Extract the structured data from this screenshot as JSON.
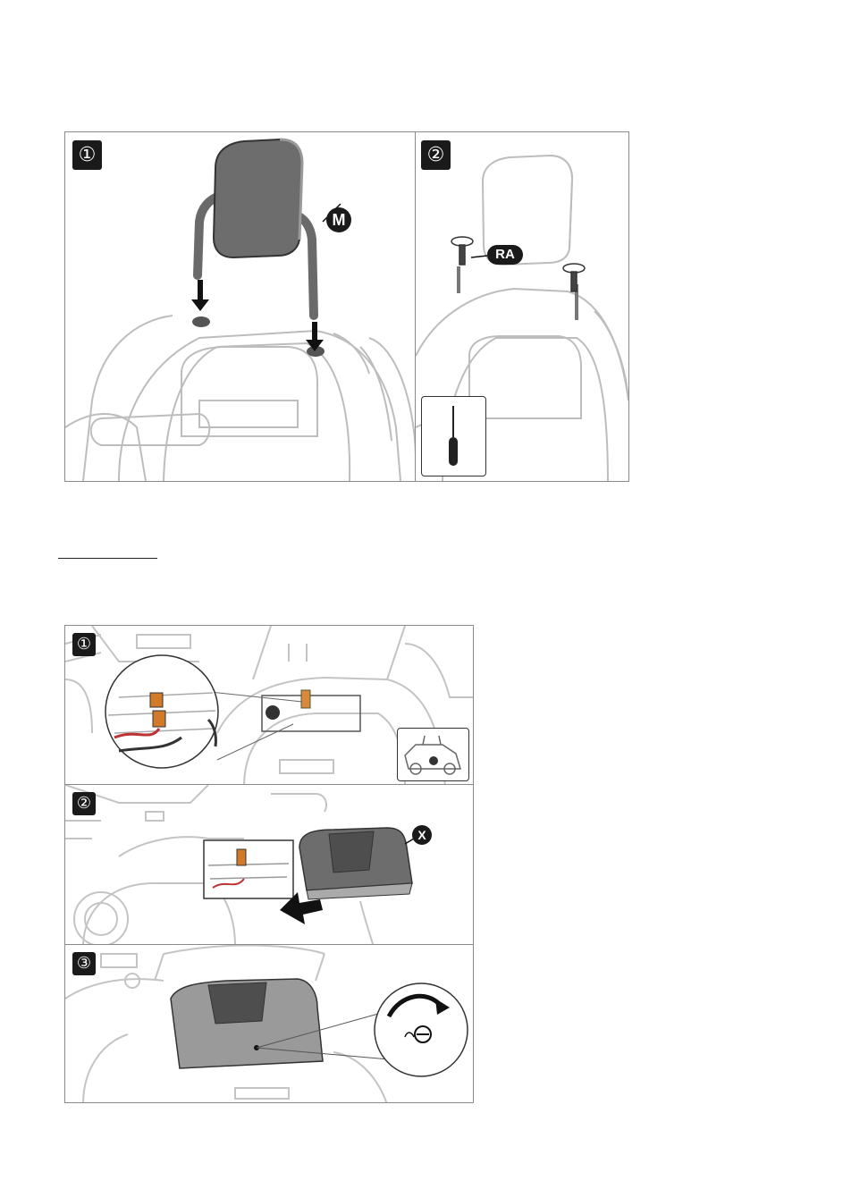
{
  "section1": {
    "step1": {
      "badge": "①",
      "callout": "M"
    },
    "step2": {
      "badge": "②",
      "callout": "RA",
      "tool_icon": "screwdriver-icon"
    }
  },
  "section2": {
    "heading": "",
    "step1": {
      "badge": "①"
    },
    "step2": {
      "badge": "②",
      "callout": "X"
    },
    "step3": {
      "badge": "③"
    }
  }
}
